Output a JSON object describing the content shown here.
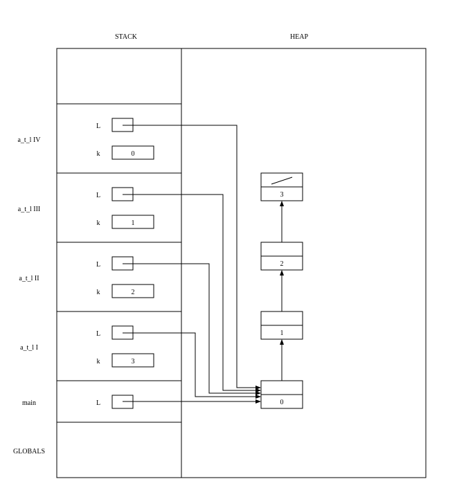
{
  "headers": {
    "stack": "STACK",
    "heap": "HEAP"
  },
  "frames": [
    {
      "name": "a_t_l IV",
      "L_label": "L",
      "k_label": "k",
      "k_value": "0"
    },
    {
      "name": "a_t_l III",
      "L_label": "L",
      "k_label": "k",
      "k_value": "1"
    },
    {
      "name": "a_t_l II",
      "L_label": "L",
      "k_label": "k",
      "k_value": "2"
    },
    {
      "name": "a_t_l I",
      "L_label": "L",
      "k_label": "k",
      "k_value": "3"
    },
    {
      "name": "main",
      "L_label": "L"
    }
  ],
  "globals": {
    "label": "GLOBALS"
  },
  "heap_nodes": [
    {
      "value": "0",
      "next": "1"
    },
    {
      "value": "1",
      "next": "2"
    },
    {
      "value": "2",
      "next": "3"
    },
    {
      "value": "3",
      "next": null
    }
  ],
  "pointers": [
    {
      "from_frame": "a_t_l IV",
      "to_node": "0"
    },
    {
      "from_frame": "a_t_l III",
      "to_node": "0"
    },
    {
      "from_frame": "a_t_l II",
      "to_node": "0"
    },
    {
      "from_frame": "a_t_l I",
      "to_node": "0"
    },
    {
      "from_frame": "main",
      "to_node": "0"
    }
  ]
}
